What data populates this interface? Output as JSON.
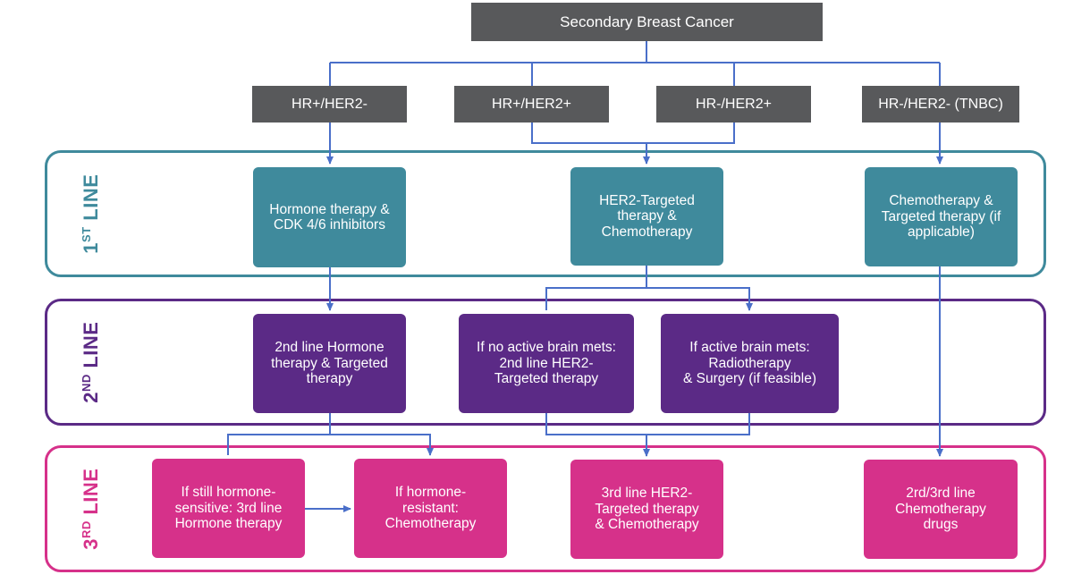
{
  "colors": {
    "grey": "#58595b",
    "teal": "#3f8a9c",
    "purple": "#5b2a86",
    "pink": "#d6318a",
    "connector": "#4a6fc9"
  },
  "root": "Secondary Breast Cancer",
  "subtypes": [
    "HR+/HER2-",
    "HR+/HER2+",
    "HR-/HER2+",
    "HR-/HER2- (TNBC)"
  ],
  "bands": {
    "first": {
      "ordinal": "1",
      "suffix": "ST",
      "word": "LINE"
    },
    "second": {
      "ordinal": "2",
      "suffix": "ND",
      "word": "LINE"
    },
    "third": {
      "ordinal": "3",
      "suffix": "RD",
      "word": "LINE"
    }
  },
  "first_line": {
    "hormone_cdk": "Hormone therapy &\nCDK 4/6 inhibitors",
    "her2_chemo": "HER2-Targeted\ntherapy &\nChemotherapy",
    "chemo_targeted": "Chemotherapy &\nTargeted therapy (if\napplicable)"
  },
  "second_line": {
    "hormone_targeted": "2nd line Hormone\ntherapy & Targeted\ntherapy",
    "no_brain_mets": "If no active brain mets:\n2nd line HER2-\nTargeted therapy",
    "brain_mets": "If active brain mets:\nRadiotherapy\n& Surgery (if feasible)"
  },
  "third_line": {
    "hormone_sensitive": "If still hormone-\nsensitive: 3rd line\nHormone therapy",
    "hormone_resistant": "If hormone-\nresistant:\nChemotherapy",
    "her2_third": "3rd line HER2-\nTargeted therapy\n& Chemotherapy",
    "chemo_drugs": "2rd/3rd line\nChemotherapy\ndrugs"
  }
}
